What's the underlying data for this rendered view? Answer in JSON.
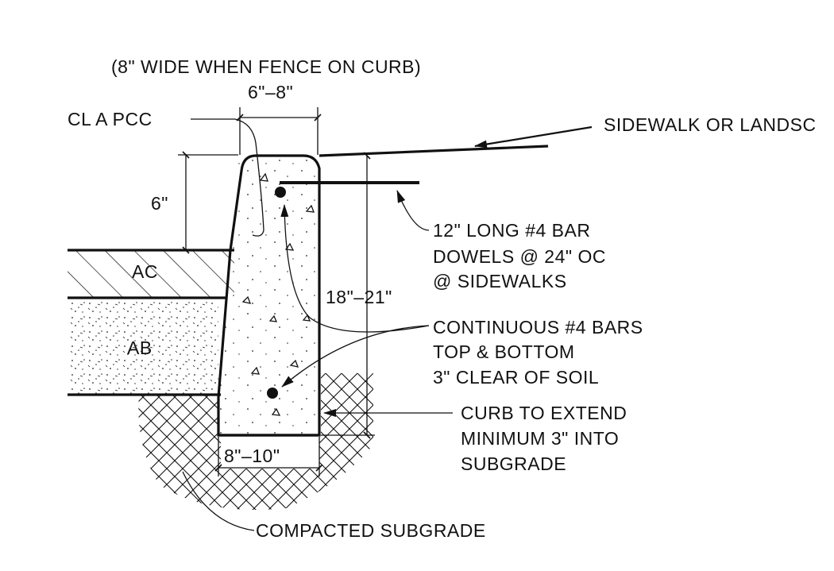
{
  "labels": {
    "title": "(8\" WIDE WHEN FENCE ON CURB)",
    "top_width": "6\"–8\"",
    "cl_a_pcc": "CL A PCC",
    "sidewalk": "SIDEWALK OR LANDSC",
    "six_inch": "6\"",
    "ac": "AC",
    "ab": "AB",
    "height": "18\"–21\"",
    "dowels_1": "12\" LONG #4 BAR",
    "dowels_2": "DOWELS @   24\" OC",
    "dowels_3": "@ SIDEWALKS",
    "bars_1": "CONTINUOUS #4 BARS",
    "bars_2": "TOP & BOTTOM",
    "bars_3": "3\" CLEAR OF SOIL",
    "extend_1": "CURB TO EXTEND",
    "extend_2": "MINIMUM 3\" INTO",
    "extend_3": "SUBGRADE",
    "bottom_width": "8\"–10\"",
    "subgrade": "COMPACTED SUBGRADE"
  },
  "colors": {
    "ink": "#111111",
    "paper": "#ffffff"
  }
}
